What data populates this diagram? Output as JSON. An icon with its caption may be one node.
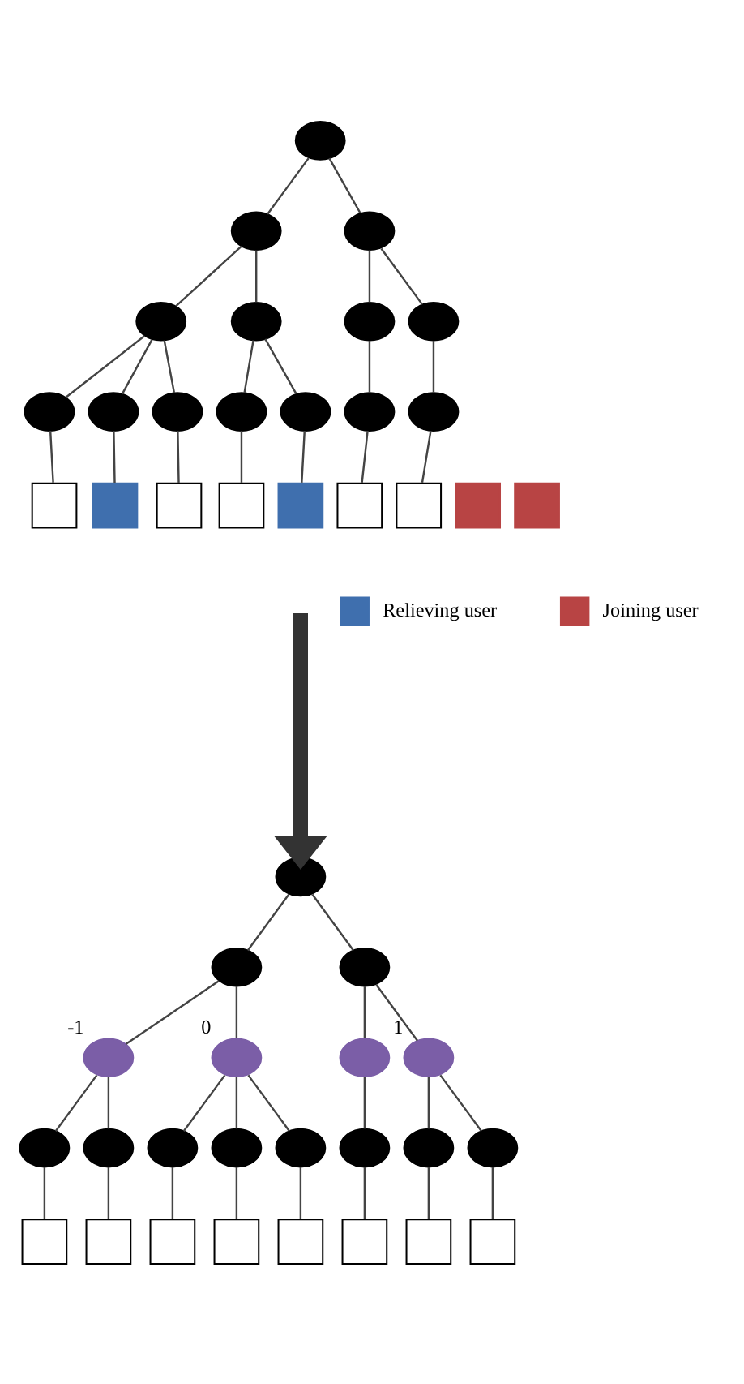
{
  "diagram": {
    "nodes": [
      {
        "text": [],
        "shape": "circle"
      },
      {
        "text": [],
        "shape": "circle"
      },
      {
        "text": [],
        "shape": "circle"
      },
      {
        "text": [],
        "shape": "circle"
      },
      {
        "text": [],
        "shape": "circle"
      },
      {
        "text": [],
        "shape": "circle"
      },
      {
        "text": [],
        "shape": "circle"
      },
      {
        "text": [],
        "shape": "circle"
      },
      {
        "text": [],
        "shape": "circle"
      },
      {
        "text": [],
        "shape": "circle"
      },
      {
        "text": [],
        "shape": "circle"
      },
      {
        "text": [],
        "shape": "circle"
      },
      {
        "text": [],
        "shape": "circle"
      },
      {
        "text": [],
        "shape": "circle"
      },
      {
        "text": [],
        "shape": "box"
      },
      {
        "text": [],
        "shape": "box"
      },
      {
        "text": [],
        "shape": "box"
      },
      {
        "text": [],
        "shape": "box"
      },
      {
        "text": [],
        "shape": "box"
      },
      {
        "text": [],
        "shape": "box"
      },
      {
        "text": [],
        "shape": "box"
      },
      {
        "text": [],
        "shape": "box"
      },
      {
        "text": [],
        "shape": "box"
      },
      {
        "text": [],
        "shape": "circle"
      },
      {
        "text": [],
        "shape": "circle"
      },
      {
        "text": [],
        "shape": "circle"
      },
      {
        "text": [],
        "shape": "circle",
        "beside": [
          "-1"
        ]
      },
      {
        "text": [],
        "shape": "circle",
        "beside": [
          "0"
        ]
      },
      {
        "text": [],
        "shape": "circle"
      },
      {
        "text": [],
        "shape": "circle",
        "beside": [
          "1"
        ]
      },
      {
        "text": [],
        "shape": "circle"
      },
      {
        "text": [],
        "shape": "circle"
      },
      {
        "text": [],
        "shape": "circle"
      },
      {
        "text": [],
        "shape": "circle"
      },
      {
        "text": [],
        "shape": "circle"
      },
      {
        "text": [],
        "shape": "circle"
      },
      {
        "text": [],
        "shape": "circle"
      },
      {
        "text": [],
        "shape": "circle"
      },
      {
        "text": [],
        "shape": "box"
      },
      {
        "text": [],
        "shape": "box"
      },
      {
        "text": [],
        "shape": "box"
      },
      {
        "text": [],
        "shape": "box"
      },
      {
        "text": [],
        "shape": "box"
      },
      {
        "text": [],
        "shape": "box"
      },
      {
        "text": [],
        "shape": "box"
      },
      {
        "text": [],
        "shape": "box"
      }
    ],
    "edges": [
      {
        "from": 0,
        "to": 1,
        "arrow": "none"
      },
      {
        "from": 0,
        "to": 2,
        "arrow": "none"
      },
      {
        "from": 1,
        "to": 3,
        "arrow": "none"
      },
      {
        "from": 1,
        "to": 4,
        "arrow": "none"
      },
      {
        "from": 2,
        "to": 5,
        "arrow": "none"
      },
      {
        "from": 2,
        "to": 6,
        "arrow": "none"
      },
      {
        "from": 3,
        "to": 7,
        "arrow": "none"
      },
      {
        "from": 3,
        "to": 8,
        "arrow": "none"
      },
      {
        "from": 3,
        "to": 9,
        "arrow": "none"
      },
      {
        "from": 4,
        "to": 10,
        "arrow": "none"
      },
      {
        "from": 4,
        "to": 11,
        "arrow": "none"
      },
      {
        "from": 5,
        "to": 12,
        "arrow": "none"
      },
      {
        "from": 6,
        "to": 13,
        "arrow": "none"
      },
      {
        "from": 7,
        "to": 14,
        "arrow": "none"
      },
      {
        "from": 8,
        "to": 15,
        "arrow": "none"
      },
      {
        "from": 9,
        "to": 16,
        "arrow": "none"
      },
      {
        "from": 10,
        "to": 17,
        "arrow": "none"
      },
      {
        "from": 11,
        "to": 19,
        "arrow": "none"
      },
      {
        "from": 12,
        "to": 20,
        "arrow": "none"
      },
      {
        "from": 13,
        "to": 21,
        "arrow": "none"
      },
      {
        "from": null,
        "to": 23,
        "arrow": "to",
        "style": "thick",
        "color": "#333333"
      },
      {
        "from": 23,
        "to": 24,
        "arrow": "none"
      },
      {
        "from": 23,
        "to": 25,
        "arrow": "none"
      },
      {
        "from": 24,
        "to": 26,
        "arrow": "none"
      },
      {
        "from": 24,
        "to": 27,
        "arrow": "none"
      },
      {
        "from": 25,
        "to": 28,
        "arrow": "none"
      },
      {
        "from": 25,
        "to": 29,
        "arrow": "none"
      },
      {
        "from": 26,
        "to": 30,
        "arrow": "none"
      },
      {
        "from": 26,
        "to": 31,
        "arrow": "none"
      },
      {
        "from": 27,
        "to": 32,
        "arrow": "none"
      },
      {
        "from": 27,
        "to": 33,
        "arrow": "none"
      },
      {
        "from": 27,
        "to": 34,
        "arrow": "none"
      },
      {
        "from": 28,
        "to": 35,
        "arrow": "none"
      },
      {
        "from": 29,
        "to": 36,
        "arrow": "none"
      },
      {
        "from": 29,
        "to": 37,
        "arrow": "none"
      },
      {
        "from": 30,
        "to": 38,
        "arrow": "none"
      },
      {
        "from": 31,
        "to": 39,
        "arrow": "none"
      },
      {
        "from": 32,
        "to": 40,
        "arrow": "none"
      },
      {
        "from": 33,
        "to": 41,
        "arrow": "none"
      },
      {
        "from": 34,
        "to": 42,
        "arrow": "none"
      },
      {
        "from": 35,
        "to": 43,
        "arrow": "none"
      },
      {
        "from": 36,
        "to": 44,
        "arrow": "none"
      },
      {
        "from": 37,
        "to": 45,
        "arrow": "none"
      }
    ],
    "legend": [
      {
        "text": "Relieving user",
        "color": "#3f6fae"
      },
      {
        "text": "Joining user",
        "color": "#b84444"
      }
    ]
  }
}
